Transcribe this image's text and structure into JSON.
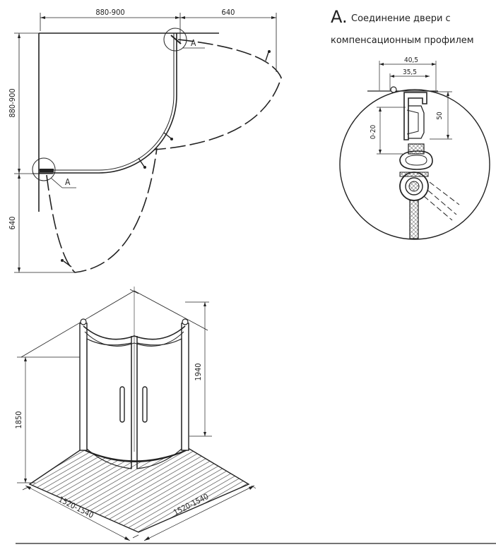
{
  "plan": {
    "width_dim": "880-900",
    "door_dim_top": "640",
    "height_dim": "880-900",
    "door_dim_left": "640",
    "callout_top": "A",
    "callout_left": "A"
  },
  "detail": {
    "title_letter": "A.",
    "title_line1": "Соединение двери с",
    "title_line2": "компенсационным профилем",
    "dim_outer": "40,5",
    "dim_inner": "35,5",
    "dim_height": "50",
    "dim_range": "0-20"
  },
  "iso": {
    "height_total": "1940",
    "height_door": "1850",
    "base_left": "1520-1540",
    "base_right": "1520-1540"
  }
}
